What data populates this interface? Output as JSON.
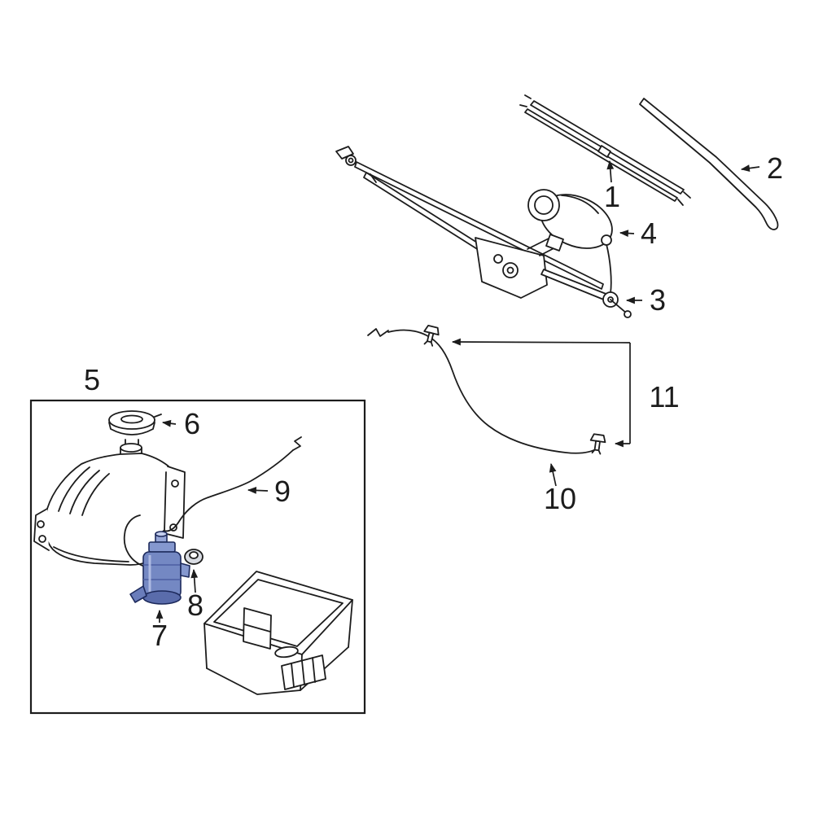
{
  "diagram": {
    "background_color": "#ffffff",
    "line_color": "#1c1c1c",
    "highlighted_part": {
      "callout": "7",
      "fill": "#7488c3",
      "fill_dark": "#5a6cab",
      "fill_light": "#b9c3e8",
      "outline": "#1d2a5c"
    },
    "callouts": [
      {
        "label": "1",
        "part": "wiper-blade"
      },
      {
        "label": "2",
        "part": "wiper-arm"
      },
      {
        "label": "3",
        "part": "wiper-linkage"
      },
      {
        "label": "4",
        "part": "wiper-motor"
      },
      {
        "label": "5",
        "part": "reservoir-assembly-box"
      },
      {
        "label": "6",
        "part": "reservoir-cap"
      },
      {
        "label": "7",
        "part": "washer-pump"
      },
      {
        "label": "8",
        "part": "pump-grommet"
      },
      {
        "label": "9",
        "part": "washer-hose"
      },
      {
        "label": "10",
        "part": "nozzle-hose"
      },
      {
        "label": "11",
        "part": "hose-clips"
      }
    ]
  }
}
